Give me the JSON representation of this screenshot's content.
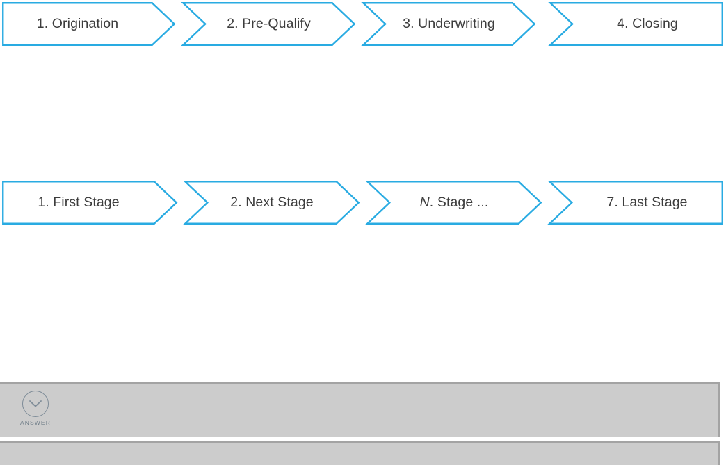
{
  "theme": {
    "chevron_stroke": "#29ABE2",
    "chevron_fill": "#FFFFFF",
    "label_color": "#3C3C3C",
    "panel_fill": "#CCCCCC",
    "panel_border": "#A3A3A3",
    "answer_icon_color": "#7E8C98",
    "background": "#FFFFFF"
  },
  "rows": [
    {
      "name": "mortgage-process-row",
      "steps": [
        {
          "label": "1. Origination",
          "number": "1",
          "text": "Origination"
        },
        {
          "label": "2. Pre-Qualify",
          "number": "2",
          "text": "Pre-Qualify"
        },
        {
          "label": "3. Underwriting",
          "number": "3",
          "text": "Underwriting"
        },
        {
          "label": "4. Closing",
          "number": "4",
          "text": "Closing"
        }
      ]
    },
    {
      "name": "generic-process-row",
      "steps": [
        {
          "label": "1. First Stage",
          "number": "1",
          "text": "First Stage"
        },
        {
          "label": "2. Next Stage",
          "number": "2",
          "text": "Next Stage"
        },
        {
          "label": "N. Stage ...",
          "number": "N",
          "text": "Stage ...",
          "number_italic": true
        },
        {
          "label": "7. Last Stage",
          "number": "7",
          "text": "Last Stage"
        }
      ]
    }
  ],
  "answer_panel": {
    "control_label": "ANSWER",
    "icon": "chevron-down-icon"
  }
}
